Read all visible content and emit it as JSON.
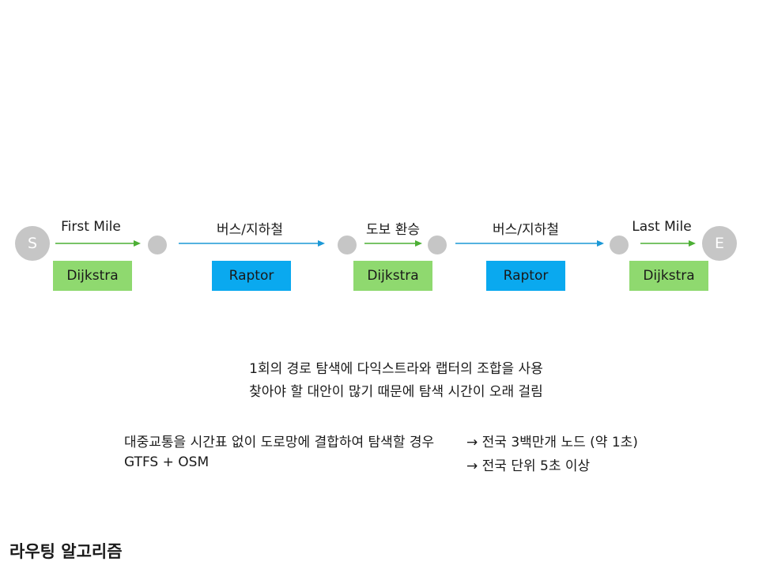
{
  "diagram": {
    "start_node": "S",
    "end_node": "E",
    "segments": [
      {
        "label": "First Mile",
        "algorithm": "Dijkstra",
        "mode": "walk",
        "color": "#4caf35"
      },
      {
        "label": "버스/지하철",
        "algorithm": "Raptor",
        "mode": "transit",
        "color": "#1c98d6"
      },
      {
        "label": "도보 환승",
        "algorithm": "Dijkstra",
        "mode": "walk",
        "color": "#4caf35"
      },
      {
        "label": "버스/지하철",
        "algorithm": "Raptor",
        "mode": "transit",
        "color": "#1c98d6"
      },
      {
        "label": "Last Mile",
        "algorithm": "Dijkstra",
        "mode": "walk",
        "color": "#4caf35"
      }
    ],
    "colors": {
      "node": "#c6c6c6",
      "dijkstra_box": "#8fd96f",
      "raptor_box": "#0aa9ef"
    }
  },
  "description": {
    "line1": "1회의 경로 탐색에 다익스트라와 랩터의 조합을 사용",
    "line2": "찾아야 할 대안이 많기 때문에 탐색 시간이 오래 걸림"
  },
  "comparison": [
    {
      "left": "대중교통을 시간표 없이 도로망에 결합하여 탐색할 경우",
      "right": "→ 전국 3백만개 노드 (약 1초)"
    },
    {
      "left": "GTFS + OSM",
      "right": "→ 전국 단위 5초 이상"
    }
  ],
  "footer": {
    "title": "라우팅 알고리즘"
  }
}
